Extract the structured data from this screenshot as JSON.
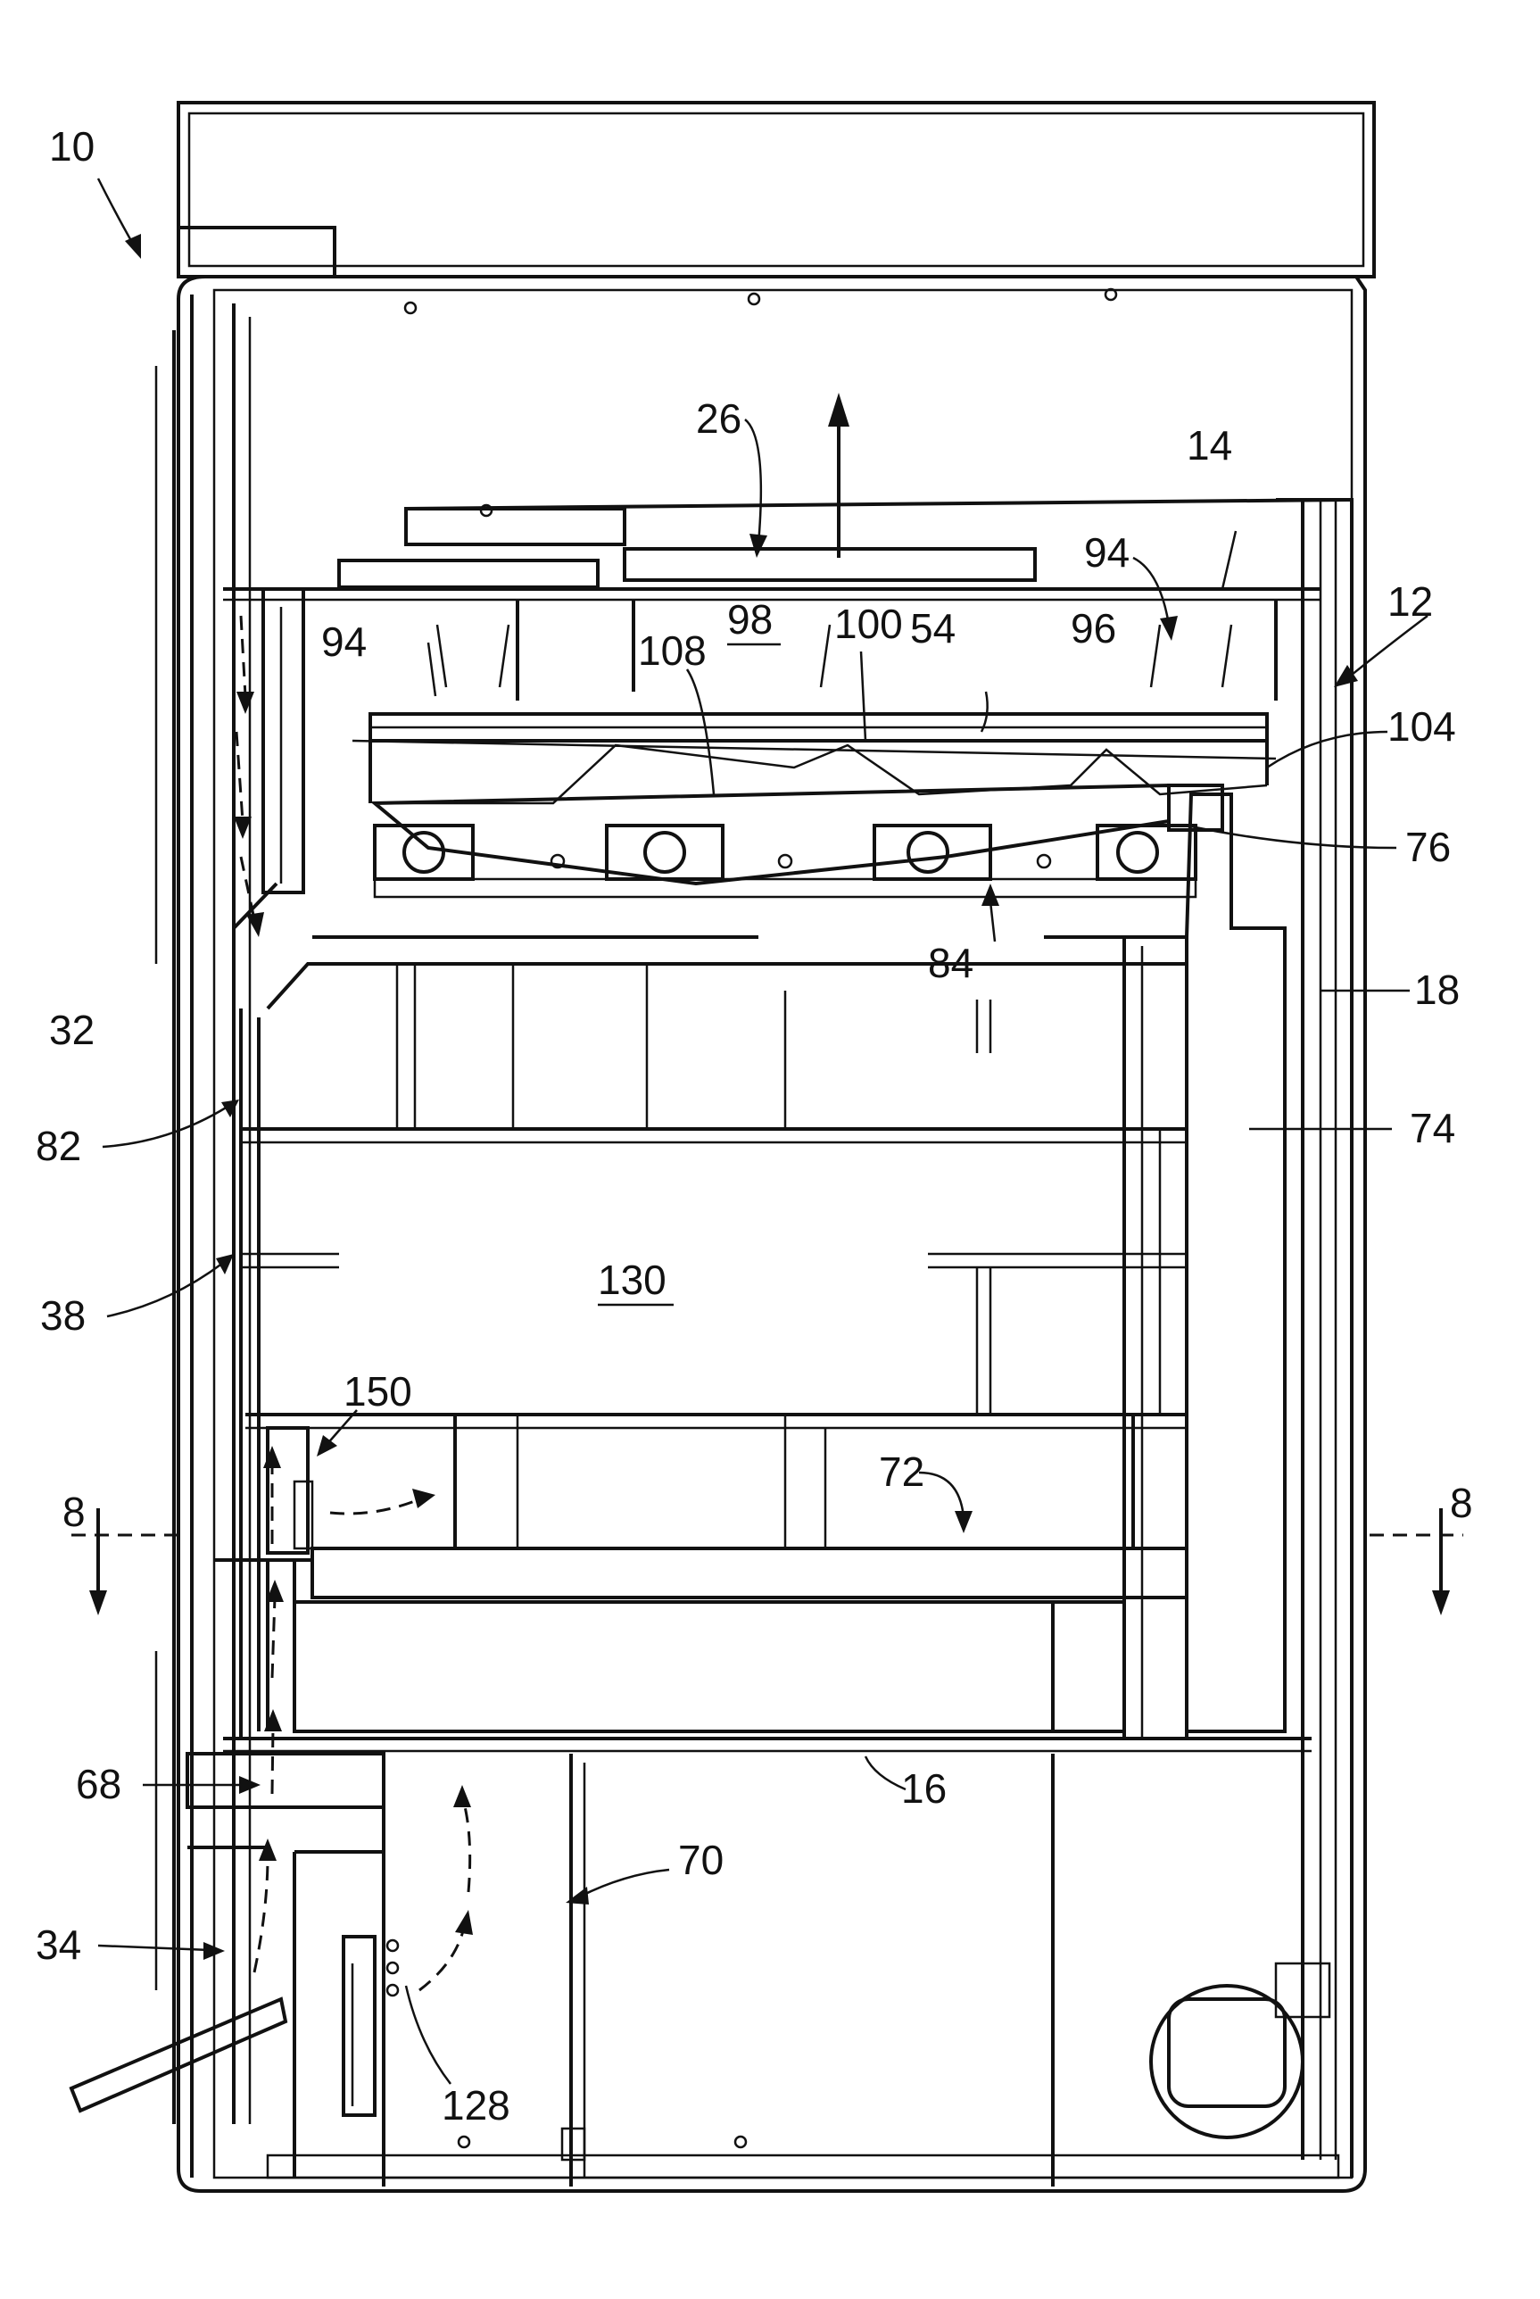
{
  "reference_numerals": {
    "n10": "10",
    "n12": "12",
    "n14": "14",
    "n16": "16",
    "n18": "18",
    "n26": "26",
    "n32": "32",
    "n34": "34",
    "n38": "38",
    "n54": "54",
    "n68": "68",
    "n70": "70",
    "n72": "72",
    "n74": "74",
    "n76": "76",
    "n82": "82",
    "n84": "84",
    "n94a": "94",
    "n94b": "94",
    "n96": "96",
    "n98": "98",
    "n100": "100",
    "n104": "104",
    "n108": "108",
    "n128": "128",
    "n130": "130",
    "n150": "150",
    "sec8_left": "8",
    "sec8_right": "8"
  }
}
